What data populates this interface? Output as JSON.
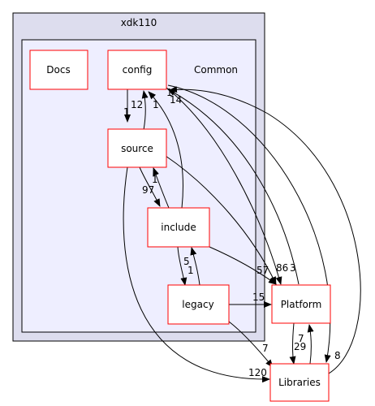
{
  "clusters": {
    "outer_title": "xdk110",
    "inner_title": "Common"
  },
  "nodes": {
    "docs": "Docs",
    "config": "config",
    "source": "source",
    "include": "include",
    "legacy": "legacy",
    "platform": "Platform",
    "libraries": "Libraries"
  },
  "edge_labels": {
    "config_to_source": "12",
    "source_to_config": "1",
    "source_to_include": "97",
    "include_to_source": "1",
    "include_to_config_a": "1",
    "include_to_config_b": "1",
    "include_to_legacy": "5",
    "legacy_to_include": "1",
    "to_platform_from_include": "57",
    "to_platform_86": "86",
    "to_platform_3": "3",
    "legacy_to_platform": "15",
    "platform_to_libraries": "7",
    "libraries_to_platform": "29",
    "legacy_to_libraries": "7",
    "source_to_libraries": "120",
    "libraries_to_config": "8",
    "config_edge_14": "14"
  },
  "colors": {
    "outer_fill": "#ddddee",
    "inner_fill": "#eeeeff",
    "node_border": "#ff0000",
    "edge": "#000000"
  }
}
